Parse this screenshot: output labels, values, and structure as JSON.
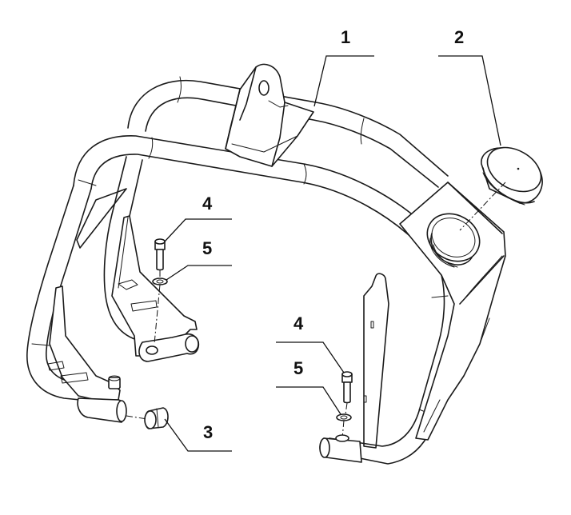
{
  "callouts": [
    {
      "id": "part-1",
      "label": "1"
    },
    {
      "id": "part-2",
      "label": "2"
    },
    {
      "id": "part-3",
      "label": "3"
    },
    {
      "id": "part-4a",
      "label": "4"
    },
    {
      "id": "part-5a",
      "label": "5"
    },
    {
      "id": "part-4b",
      "label": "4"
    },
    {
      "id": "part-5b",
      "label": "5"
    }
  ],
  "colors": {
    "line": "#1a1a1a",
    "background": "#ffffff",
    "shade": "#e9e9e9"
  }
}
